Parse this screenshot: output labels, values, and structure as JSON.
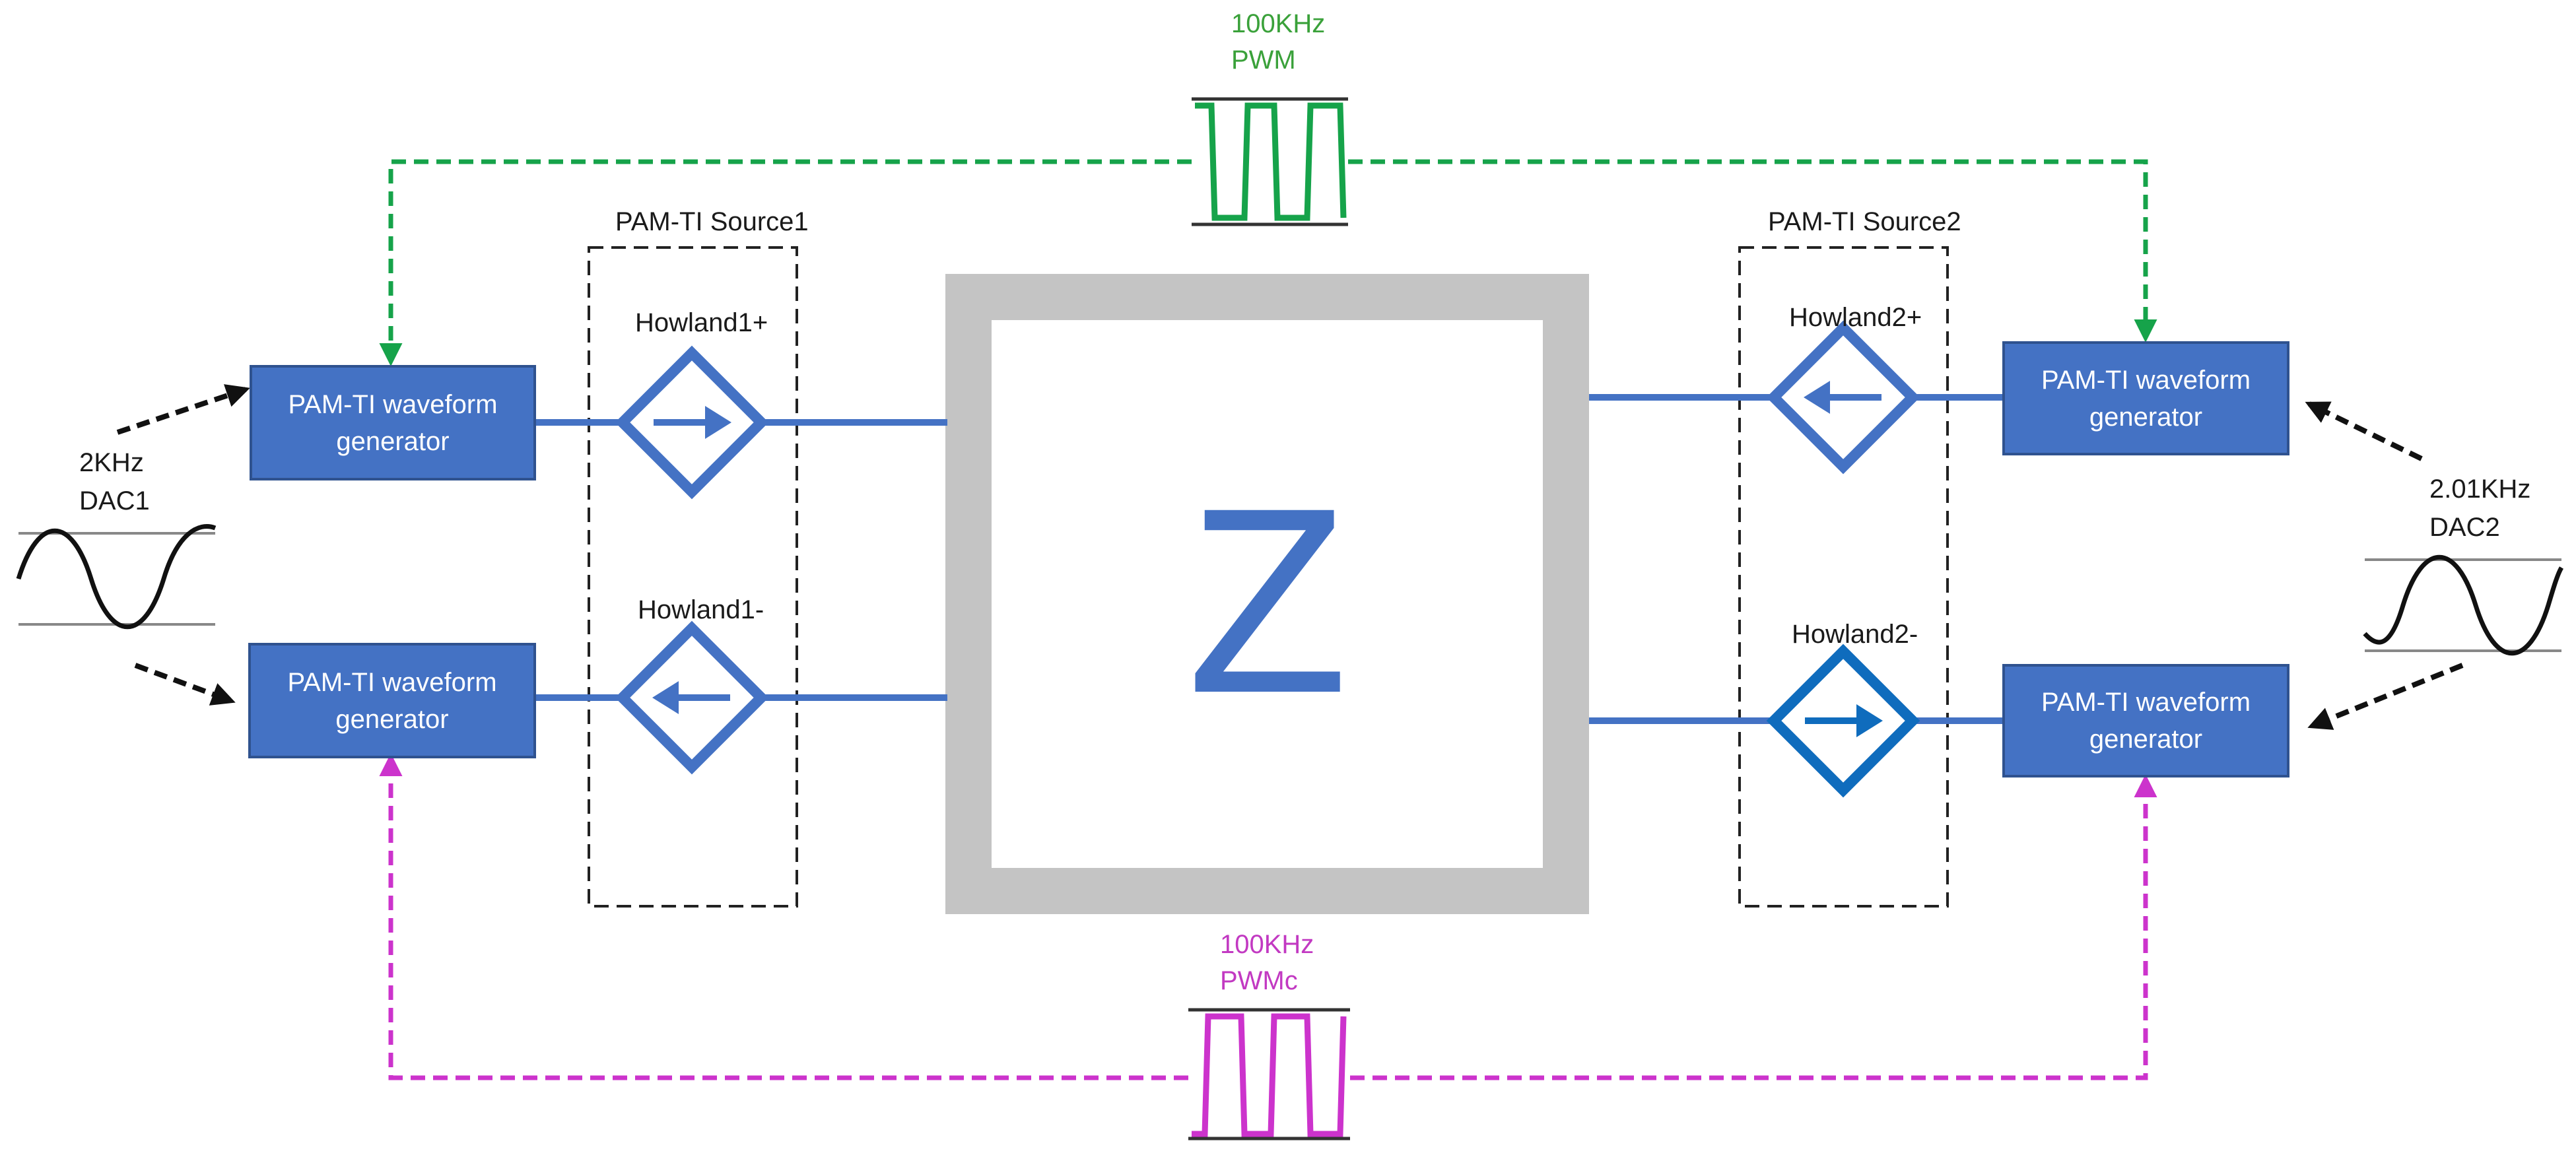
{
  "colors": {
    "block_fill": "#4472c4",
    "block_border": "#2f528f",
    "wire": "#4472c4",
    "pwm": "#16a34a",
    "pwm_text": "#3aa13a",
    "pwmc": "#cc33cc",
    "pwmc_text": "#c239c2",
    "dac_arrow": "#111111",
    "load_frame": "#c4c4c4"
  },
  "pwm": {
    "freq": "100KHz",
    "name": "PWM"
  },
  "pwmc": {
    "freq": "100KHz",
    "name": "PWMc"
  },
  "source1": {
    "title": "PAM-TI Source1",
    "top_label": "Howland1+",
    "bottom_label": "Howland1-"
  },
  "source2": {
    "title": "PAM-TI Source2",
    "top_label": "Howland2+",
    "bottom_label": "Howland2-"
  },
  "generators": {
    "left_top": [
      "PAM-TI waveform",
      "generator"
    ],
    "left_bottom": [
      "PAM-TI waveform",
      "generator"
    ],
    "right_top": [
      "PAM-TI waveform",
      "generator"
    ],
    "right_bottom": [
      "PAM-TI waveform",
      "generator"
    ]
  },
  "dac1": {
    "freq": "2KHz",
    "name": "DAC1"
  },
  "dac2": {
    "freq": "2.01KHz",
    "name": "DAC2"
  },
  "load": {
    "label": "Z"
  }
}
